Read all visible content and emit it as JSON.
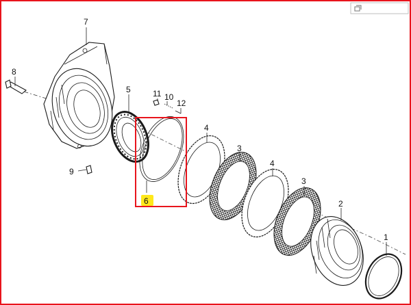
{
  "callouts": {
    "p1": "1",
    "p2": "2",
    "p3a": "3",
    "p3b": "3",
    "p4a": "4",
    "p4b": "4",
    "p5": "5",
    "p6": "6",
    "p7": "7",
    "p8": "8",
    "p9": "9",
    "p10": "10",
    "p11": "11",
    "p12": "12"
  },
  "highlight": {
    "target": "6",
    "box_color": "#e8141c",
    "label_bg": "#ffe81a"
  },
  "frame": {
    "border_color": "#e8141c"
  },
  "corner_widget": {
    "icon": "window-restore-icon"
  }
}
